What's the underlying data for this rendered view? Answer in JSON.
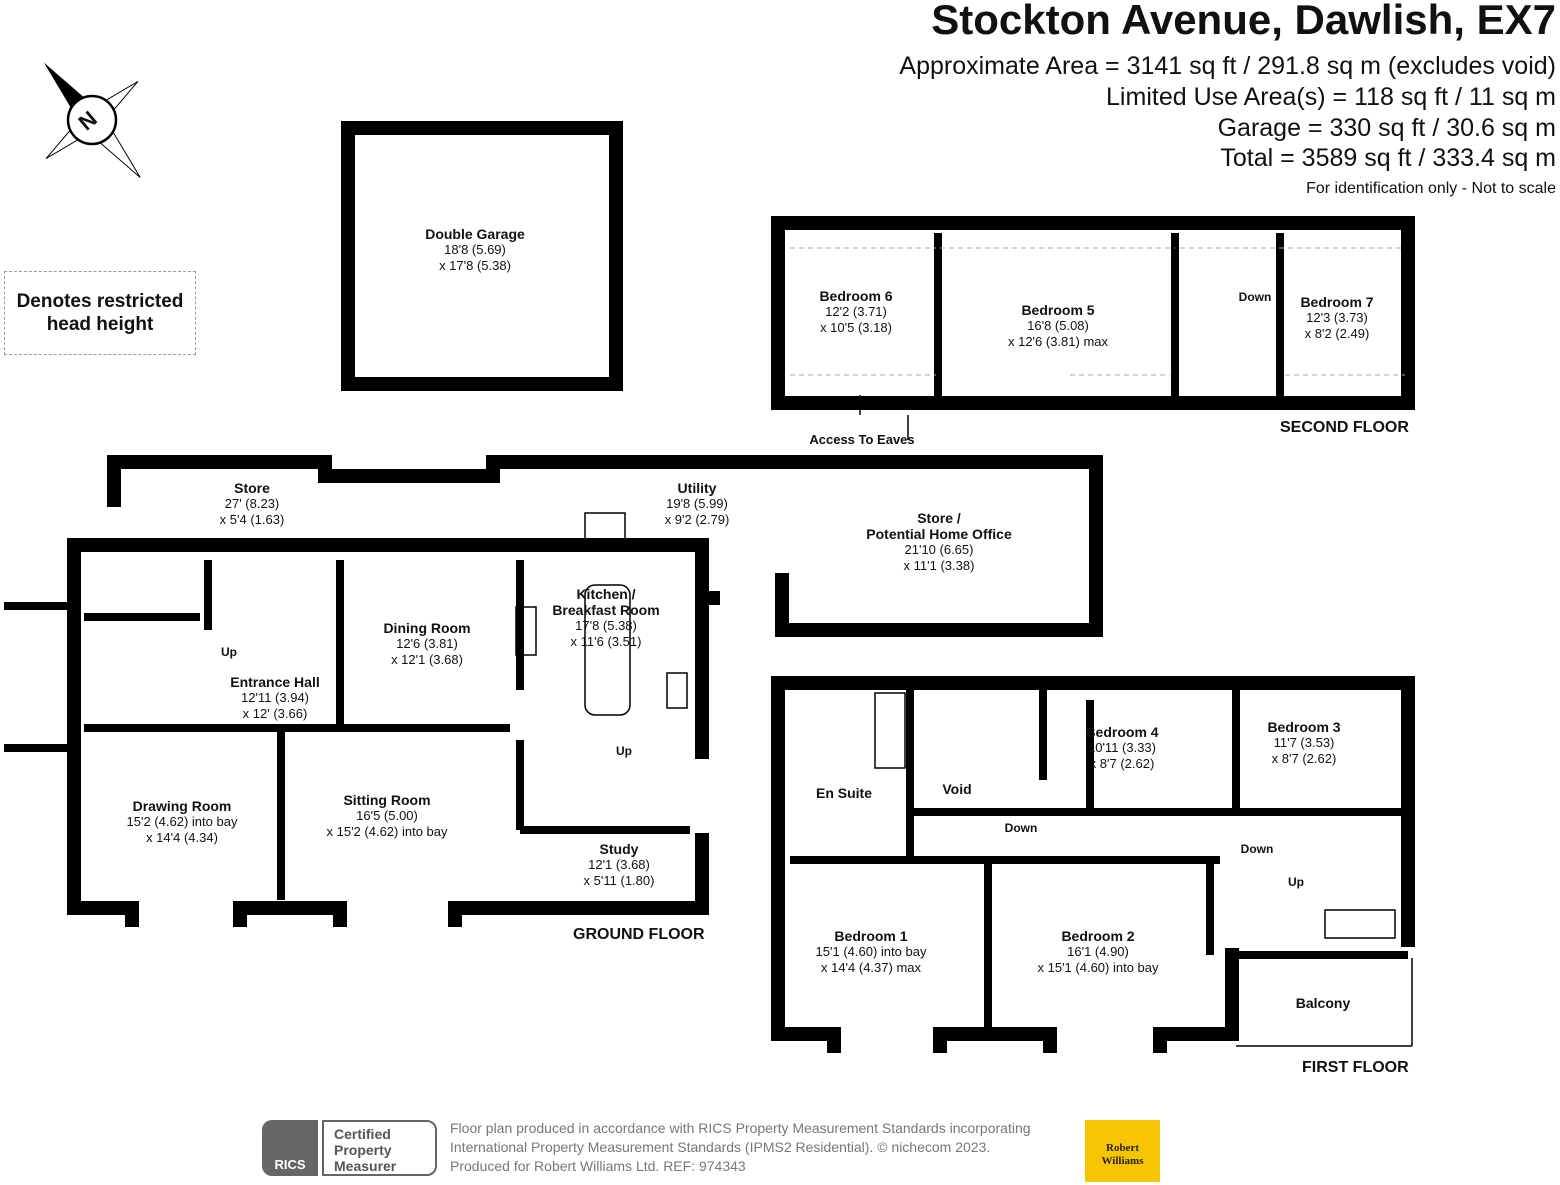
{
  "header": {
    "title": "Stockton Avenue, Dawlish, EX7",
    "area_line": "Approximate Area = 3141 sq ft / 291.8 sq m (excludes void)",
    "limited_line": "Limited Use Area(s) = 118 sq ft / 11 sq m",
    "garage_line": "Garage = 330 sq ft / 30.6 sq m",
    "total_line": "Total = 3589 sq ft / 333.4 sq m",
    "note": "For identification only - Not to scale"
  },
  "compass": {
    "letter": "N",
    "icon": "compass-rose-icon"
  },
  "legend": {
    "line1": "Denotes restricted",
    "line2": "head height"
  },
  "garage": {
    "name": "Double Garage",
    "dim1": "18'8 (5.69)",
    "dim2": "x 17'8 (5.38)"
  },
  "second_floor": {
    "label": "SECOND FLOOR",
    "bedroom6": {
      "name": "Bedroom 6",
      "dim1": "12'2 (3.71)",
      "dim2": "x 10'5 (3.18)"
    },
    "bedroom5": {
      "name": "Bedroom 5",
      "dim1": "16'8 (5.08)",
      "dim2": "x 12'6 (3.81) max"
    },
    "bedroom7": {
      "name": "Bedroom 7",
      "dim1": "12'3 (3.73)",
      "dim2": "x 8'2 (2.49)"
    },
    "down": "Down",
    "eaves": "Access To Eaves"
  },
  "ground_floor": {
    "label": "GROUND FLOOR",
    "store": {
      "name": "Store",
      "dim1": "27' (8.23)",
      "dim2": "x 5'4 (1.63)"
    },
    "utility": {
      "name": "Utility",
      "dim1": "19'8 (5.99)",
      "dim2": "x 9'2 (2.79)"
    },
    "office": {
      "name1": "Store /",
      "name2": "Potential Home Office",
      "dim1": "21'10 (6.65)",
      "dim2": "x 11'1 (3.38)"
    },
    "dining": {
      "name": "Dining Room",
      "dim1": "12'6 (3.81)",
      "dim2": "x 12'1 (3.68)"
    },
    "kitchen": {
      "name1": "Kitchen /",
      "name2": "Breakfast Room",
      "dim1": "17'8 (5.38)",
      "dim2": "x 11'6 (3.51)"
    },
    "hall": {
      "name": "Entrance Hall",
      "dim1": "12'11 (3.94)",
      "dim2": "x 12' (3.66)"
    },
    "drawing": {
      "name": "Drawing Room",
      "dim1": "15'2 (4.62) into bay",
      "dim2": "x 14'4 (4.34)"
    },
    "sitting": {
      "name": "Sitting Room",
      "dim1": "16'5 (5.00)",
      "dim2": "x 15'2 (4.62) into bay"
    },
    "study": {
      "name": "Study",
      "dim1": "12'1 (3.68)",
      "dim2": "x 5'11 (1.80)"
    },
    "up1": "Up",
    "up2": "Up"
  },
  "first_floor": {
    "label": "FIRST FLOOR",
    "ensuite": {
      "name": "En Suite"
    },
    "void": {
      "name": "Void"
    },
    "bedroom4": {
      "name": "Bedroom 4",
      "dim1": "10'11 (3.33)",
      "dim2": "x 8'7 (2.62)"
    },
    "bedroom3": {
      "name": "Bedroom 3",
      "dim1": "11'7 (3.53)",
      "dim2": "x 8'7 (2.62)"
    },
    "bedroom1": {
      "name": "Bedroom 1",
      "dim1": "15'1 (4.60) into bay",
      "dim2": "x 14'4 (4.37) max"
    },
    "bedroom2": {
      "name": "Bedroom 2",
      "dim1": "16'1 (4.90)",
      "dim2": "x 15'1 (4.60) into bay"
    },
    "balcony": {
      "name": "Balcony"
    },
    "down1": "Down",
    "down2": "Down",
    "up": "Up"
  },
  "footer": {
    "line1": "Floor plan produced in accordance with RICS Property Measurement Standards incorporating",
    "line2": "International Property Measurement Standards (IPMS2 Residential).   © nichecom 2023.",
    "line3": "Produced for Robert Williams Ltd.   REF:  974343",
    "rics": "RICS",
    "cert1": "Certified",
    "cert2": "Property",
    "cert3": "Measurer",
    "agent1": "Robert",
    "agent2": "Williams"
  }
}
